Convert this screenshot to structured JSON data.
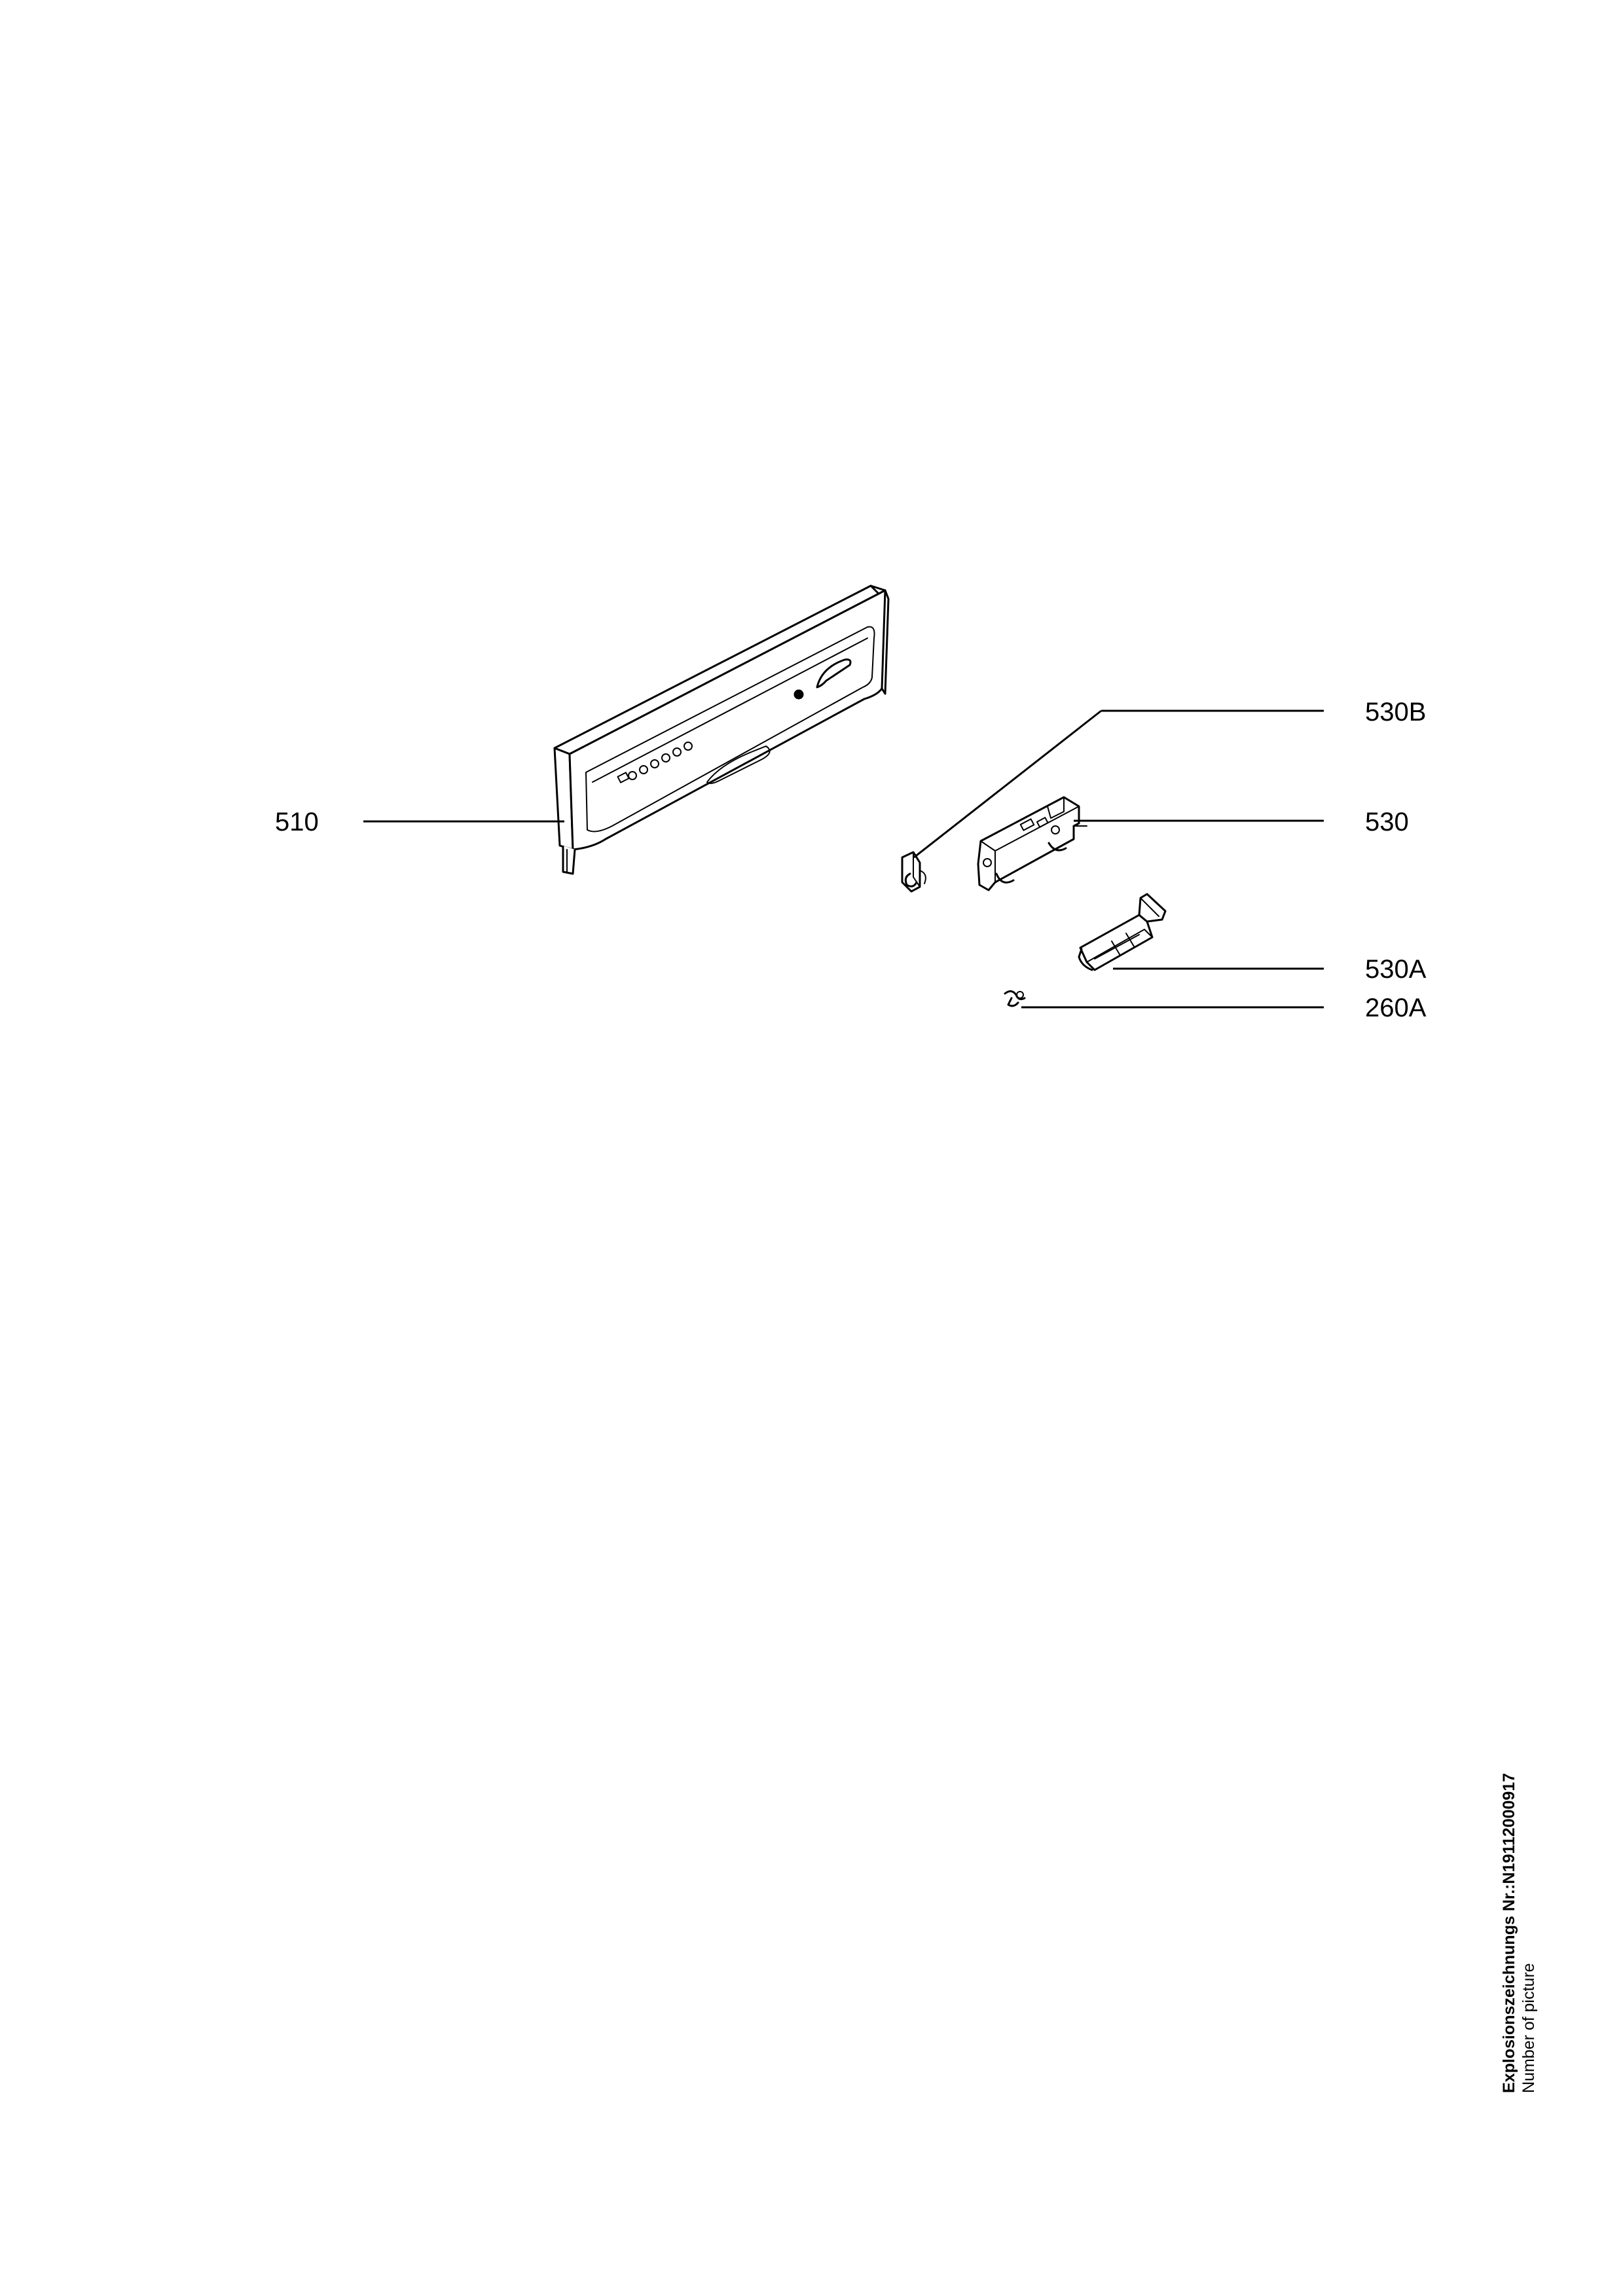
{
  "parts": [
    {
      "id": "510",
      "label": "510"
    },
    {
      "id": "530B",
      "label": "530B"
    },
    {
      "id": "530",
      "label": "530"
    },
    {
      "id": "530A",
      "label": "530A"
    },
    {
      "id": "260A",
      "label": "260A"
    }
  ],
  "caption": {
    "title_label": "Explosionszeichnungs Nr.:",
    "number": "N1911200091­7",
    "subtitle": "Number of picture"
  }
}
